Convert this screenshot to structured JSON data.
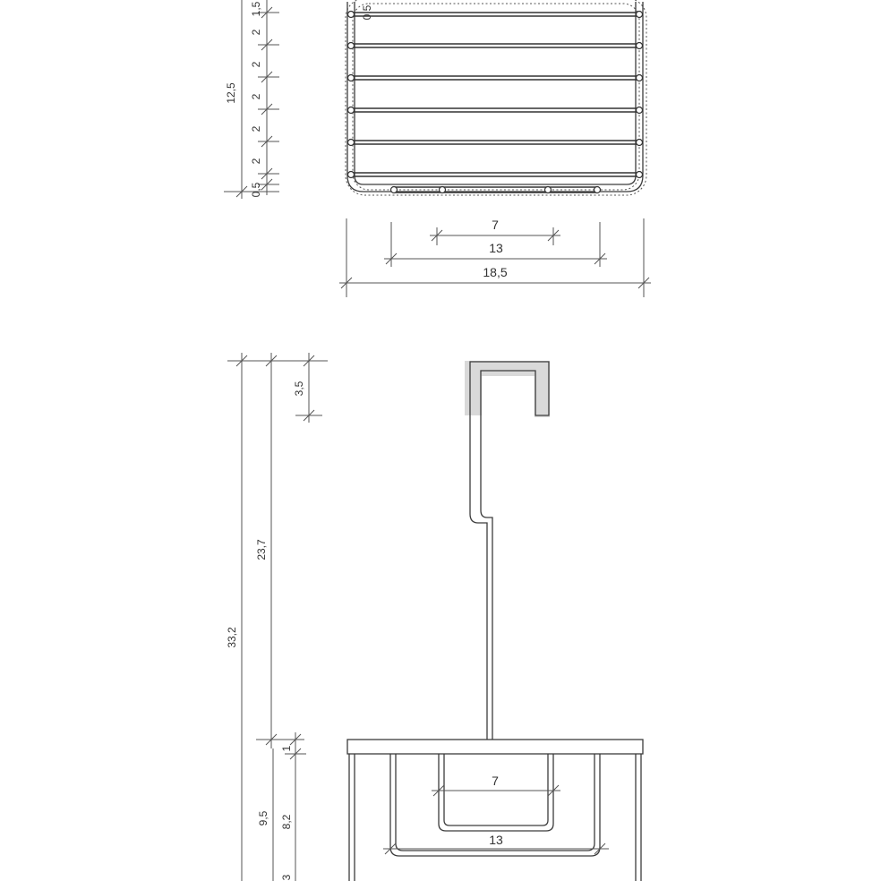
{
  "top_view": {
    "rod_pitch_labels": [
      "2",
      "2",
      "2",
      "2",
      "2"
    ],
    "top_partial_label": "1,5",
    "total_depth_label": "12,5",
    "bottom_label": "0,5",
    "cap_label": "0,5",
    "inner_width_label": "7",
    "mid_width_label": "13",
    "outer_width_label": "18,5"
  },
  "front_view": {
    "total_height_label": "33,2",
    "hanger_height_label": "23,7",
    "hook_depth_label": "3,5",
    "basket_height_label": "9,5",
    "inner_basket_height_label": "8,2",
    "rim_label": "1",
    "bottom_partial_label": "3",
    "inner_width_label": "7",
    "mid_width_label": "13"
  }
}
